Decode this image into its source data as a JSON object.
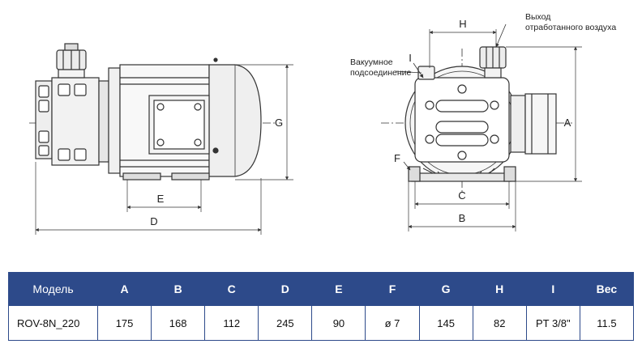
{
  "diagram": {
    "labels": {
      "side_E": "E",
      "side_D": "D",
      "side_G": "G",
      "front_H": "H",
      "front_I": "I",
      "front_A": "A",
      "front_F": "F",
      "front_C": "C",
      "front_B": "B"
    },
    "notes": {
      "exhaust_line1": "Выход",
      "exhaust_line2": "отработанного воздуха",
      "vacuum_line1": "Вакуумное",
      "vacuum_line2": "подсоединение"
    }
  },
  "table": {
    "headers": [
      "Модель",
      "A",
      "B",
      "C",
      "D",
      "E",
      "F",
      "G",
      "H",
      "I",
      "Вес"
    ],
    "row": [
      "ROV-8N_220",
      "175",
      "168",
      "112",
      "245",
      "90",
      "ø 7",
      "145",
      "82",
      "PT 3/8\"",
      "11.5"
    ]
  },
  "colors": {
    "header_bg": "#2d4a8a",
    "header_text": "#ffffff",
    "line": "#333333"
  }
}
